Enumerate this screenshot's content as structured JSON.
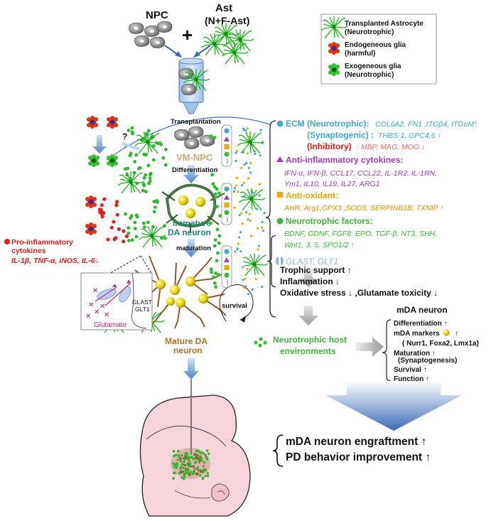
{
  "top": {
    "npc_label": "NPC",
    "ast_label": "Ast",
    "ast_sub": "(N+F-Ast)",
    "plus": "+"
  },
  "legend": {
    "transplanted_astrocyte": "Transplanted Astrocyte",
    "transplanted_astrocyte_sub": "(Neurotrophic)",
    "endogenous_glia": "Endogeneous glia",
    "endogenous_glia_sub": "(harmful)",
    "exogenous_glia": "Exogeneous glia",
    "exogenous_glia_sub": "(Neurotrophic)"
  },
  "center": {
    "transplantation": "Transplantation",
    "vm_npc": "VM-NPC",
    "differentiation": "Differentiation",
    "immature_1": "Immature",
    "immature_2": "DA neuron",
    "maturation": "maturation",
    "survival": "survival",
    "mature_1": "Mature DA",
    "mature_2": "neuron",
    "question": "?"
  },
  "left": {
    "proinflam_1": "Pro-inflammatory",
    "proinflam_2": "cytokines",
    "proinflam_list": "IL-1β, TNF-α, iNOS, IL-6↓",
    "glast": "GLAST",
    "glt1": "GLT1",
    "glutamate": "Glutamate"
  },
  "factors": {
    "ecm_title": "ECM (Neurotrophic):",
    "ecm_genes": "COL6A2, FN1 ,ITGβ4, ITGαM↑",
    "synaptogenic": "(Synaptogenic) :",
    "synaptogenic_genes": "THBS-1, GPC4,6 ↑",
    "inhibitory": "(Inhibitory)",
    "inhibitory_genes": ": MBP, MAG, MOG ↓",
    "antiinflam_title": "Anti-inflammatory cytokines:",
    "antiinflam_line1": "IFN-α, IFN-β, CCL17, CCL22, IL-1R2, IL-1RN,",
    "antiinflam_line2": "Ym1, IL10, IL19, IL27, ARG1",
    "antiox_title": "Anti-oxidant:",
    "antiox_line": "AHR, Arg1,GPX3 ,SOD3, SERPINB1B, TXNIP ↑",
    "neurotrophic_title": "Neurotrophic factors:",
    "neurotrophic_line1": "BDNF, GDNF, FGF8, EPO, TGF-β, NT3, SHH,",
    "neurotrophic_line2": "Wnt1, 3, 5, SPO1/2 ↑",
    "glast_glt1": "GLAST, GLT1"
  },
  "effects": {
    "trophic": "Trophic support ↑",
    "inflammation": "Inflammation ↓",
    "oxidative": "Oxidative stress ↓ ,Glutamate toxicity ↓"
  },
  "host": {
    "line1": "Neurotrophic host",
    "line2": "environments"
  },
  "mda": {
    "title": "mDA neuron",
    "differentiation": "Differentiation ↑",
    "markers": "mDA markers",
    "markers_arrow": "↑",
    "markers_list": "( Nurr1, Foxa2, Lmx1a)",
    "maturation": "Maturation ↑",
    "synaptogenesis": "(Synaptogenesis)",
    "survival": "Survival ↑",
    "function": "Function ↑"
  },
  "outcome": {
    "line1": "mDA neuron engraftment ↑",
    "line2": "PD behavior improvement ↑"
  },
  "colors": {
    "teal": "#3ea9c9",
    "purple": "#9b3fb2",
    "orange": "#f0a500",
    "green": "#3cb83c",
    "red": "#e02020",
    "light_blue": "#8fb4e0",
    "brown": "#b0701a",
    "dark_teal": "#1a8a6a",
    "brain_pink": "#f8d4dc"
  }
}
